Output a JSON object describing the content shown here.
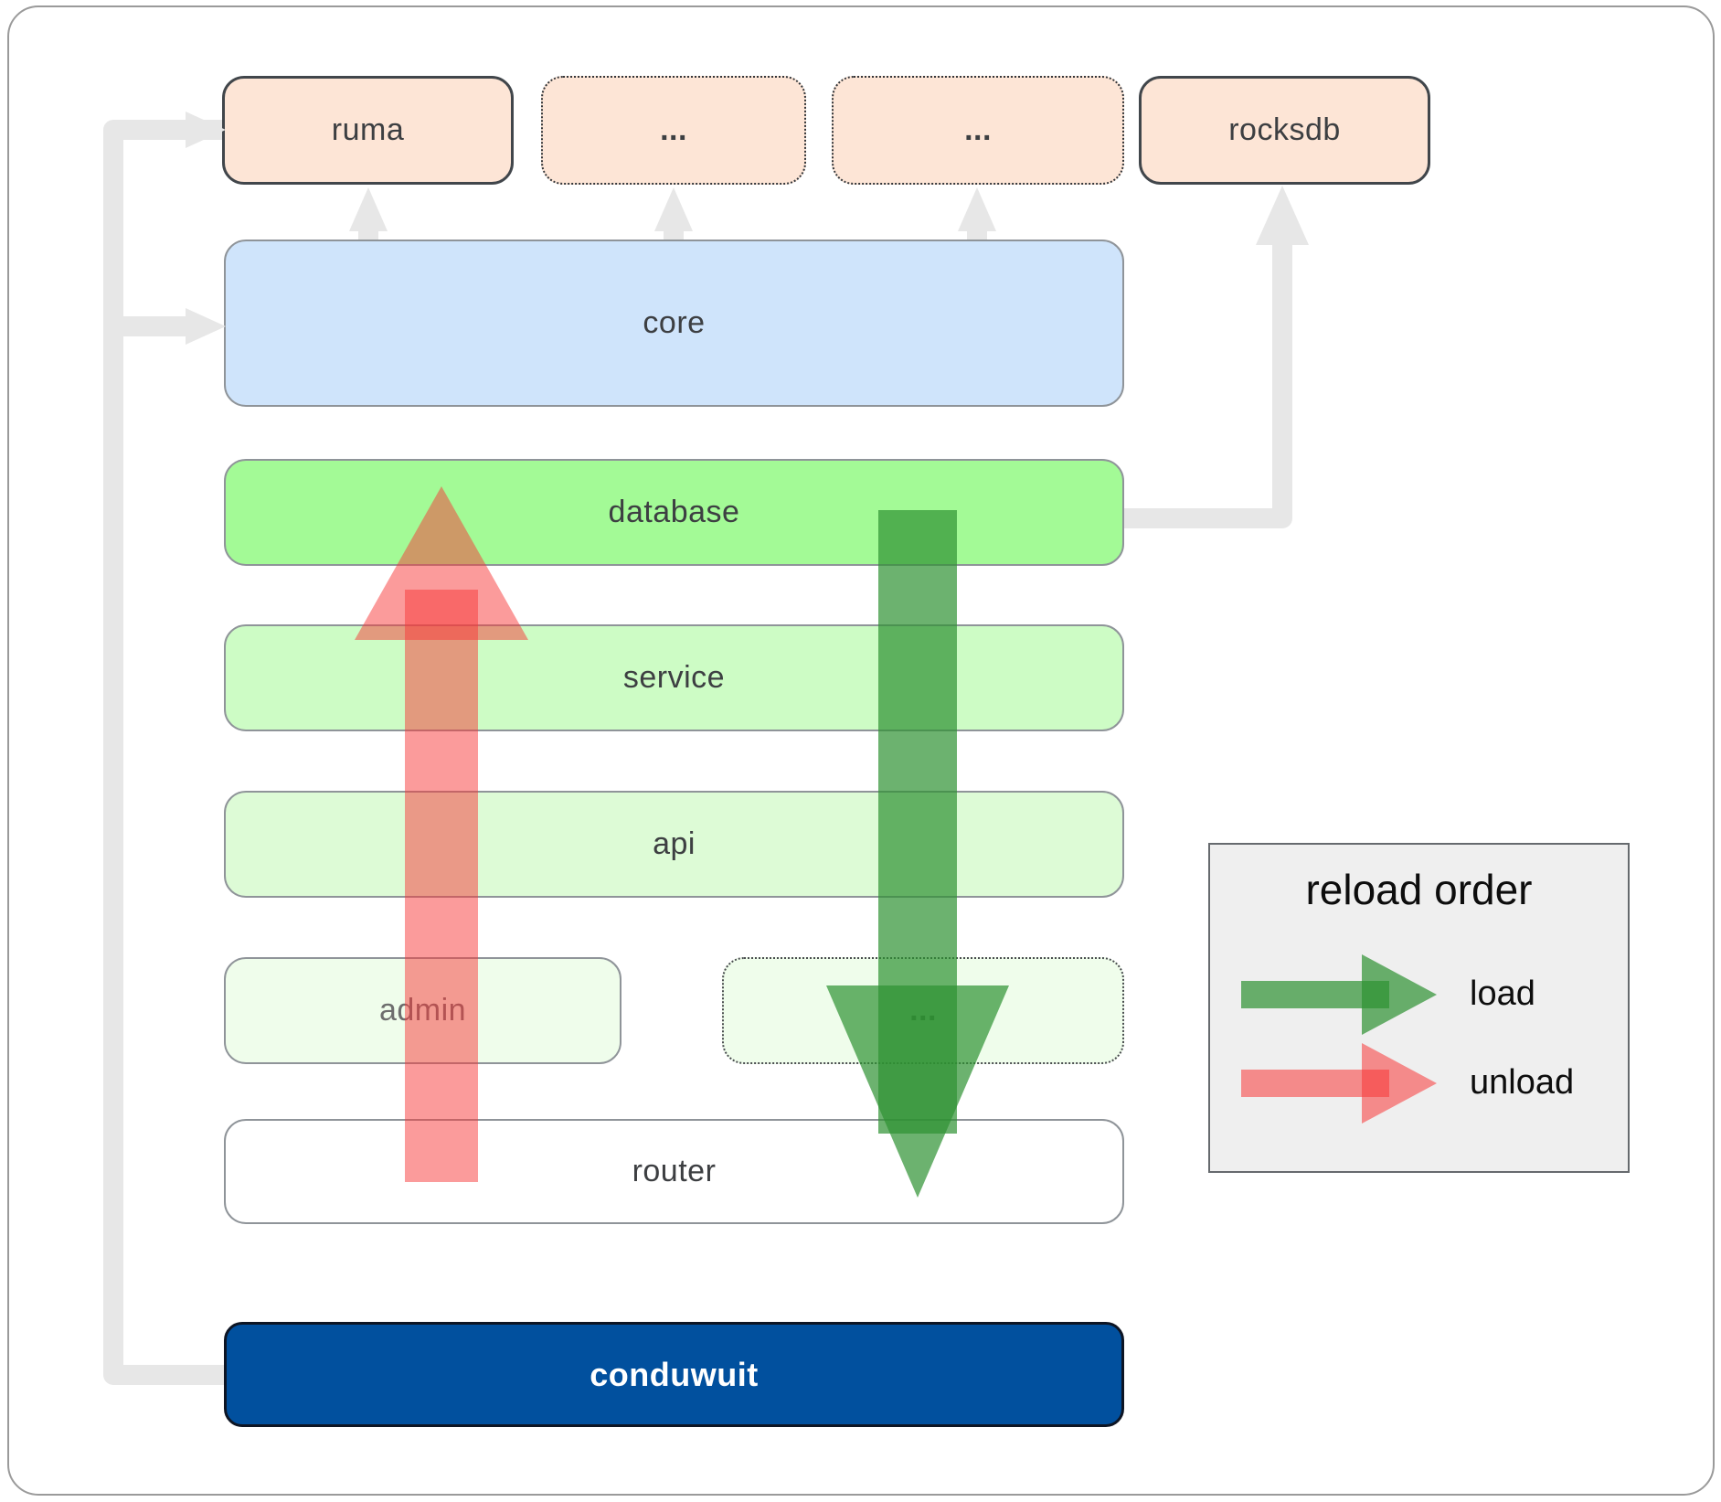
{
  "boxes": {
    "ruma": {
      "label": "ruma"
    },
    "dots1": {
      "label": "..."
    },
    "dots2": {
      "label": "..."
    },
    "rocksdb": {
      "label": "rocksdb"
    },
    "core": {
      "label": "core"
    },
    "database": {
      "label": "database"
    },
    "service": {
      "label": "service"
    },
    "api": {
      "label": "api"
    },
    "admin": {
      "label": "admin"
    },
    "dots3": {
      "label": "..."
    },
    "router": {
      "label": "router"
    },
    "conduwuit": {
      "label": "conduwuit"
    }
  },
  "legend": {
    "title": "reload order",
    "load_label": "load",
    "unload_label": "unload"
  },
  "colors": {
    "load_green": "#2d9132",
    "unload_red": "#f83737",
    "connector_gray": "#e7e7e7",
    "module_fill": "#fde5d6",
    "core_fill": "#cfe4fb",
    "database_fill": "#a3fa96",
    "service_fill": "#cdfcc5",
    "api_fill": "#ddfbd6",
    "admin_fill": "#effdeb",
    "conduwuit_fill": "#01509e",
    "legend_fill": "#efefef"
  }
}
